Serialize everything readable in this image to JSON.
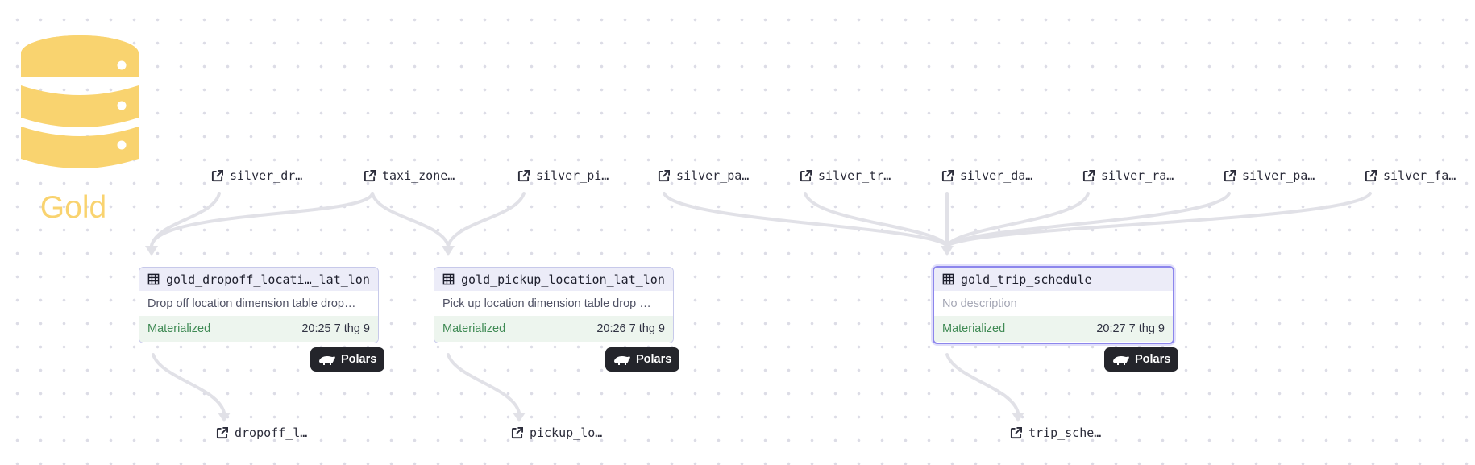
{
  "colors": {
    "gold": "#f9d36f",
    "edge": "#e1e1e7",
    "card_header": "#ececf8",
    "card_status": "#edf5ee",
    "status_text": "#3f8a54",
    "selected_border": "#8c86ec",
    "badge_bg": "#24252b"
  },
  "logo": {
    "icon": "database-icon",
    "title": "Gold"
  },
  "upstream_assets": [
    {
      "icon": "external-link-icon",
      "label": "silver_dr…"
    },
    {
      "icon": "external-link-icon",
      "label": "taxi_zone…"
    },
    {
      "icon": "external-link-icon",
      "label": "silver_pi…"
    },
    {
      "icon": "external-link-icon",
      "label": "silver_pa…"
    },
    {
      "icon": "external-link-icon",
      "label": "silver_tr…"
    },
    {
      "icon": "external-link-icon",
      "label": "silver_da…"
    },
    {
      "icon": "external-link-icon",
      "label": "silver_ra…"
    },
    {
      "icon": "external-link-icon",
      "label": "silver_pa…"
    },
    {
      "icon": "external-link-icon",
      "label": "silver_fa…"
    }
  ],
  "assets": [
    {
      "icon": "table-icon",
      "name": "gold_dropoff_locati…_lat_lon",
      "description": "Drop off location dimension table drop…",
      "status": "Materialized",
      "time": "20:25 7 thg 9",
      "kind": "Polars",
      "selected": false
    },
    {
      "icon": "table-icon",
      "name": "gold_pickup_location_lat_lon",
      "description": "Pick up location dimension table drop …",
      "status": "Materialized",
      "time": "20:26 7 thg 9",
      "kind": "Polars",
      "selected": false
    },
    {
      "icon": "table-icon",
      "name": "gold_trip_schedule",
      "description": "No description",
      "status": "Materialized",
      "time": "20:27 7 thg 9",
      "kind": "Polars",
      "selected": true
    }
  ],
  "downstream_assets": [
    {
      "icon": "external-link-icon",
      "label": "dropoff_l…"
    },
    {
      "icon": "external-link-icon",
      "label": "pickup_lo…"
    },
    {
      "icon": "external-link-icon",
      "label": "trip_sche…"
    }
  ],
  "badge_icon": "polar-bear-icon"
}
